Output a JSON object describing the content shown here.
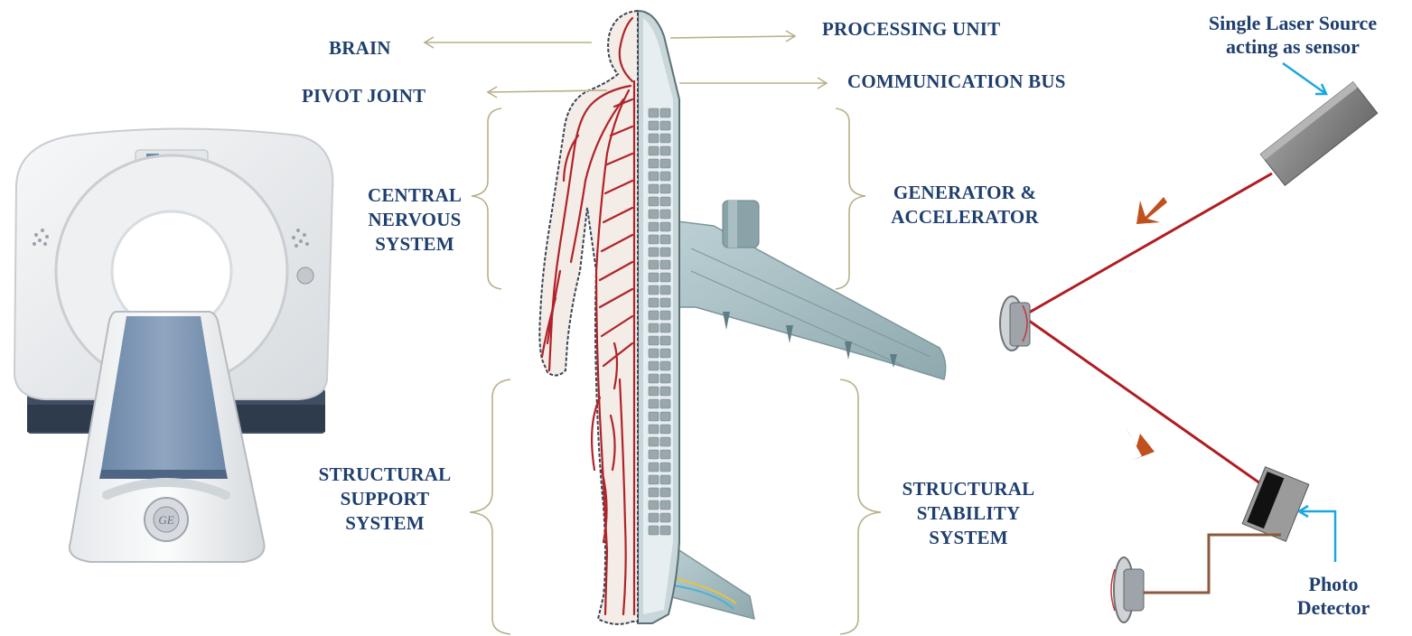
{
  "labels": {
    "brain": "BRAIN",
    "pivot_joint": "PIVOT JOINT",
    "processing_unit": "PROCESSING UNIT",
    "communication_bus": "COMMUNICATION BUS",
    "cns_1": "CENTRAL",
    "cns_2": "NERVOUS",
    "cns_3": "SYSTEM",
    "gen_1": "GENERATOR &",
    "gen_2": "ACCELERATOR",
    "sup_1": "STRUCTURAL",
    "sup_2": "SUPPORT",
    "sup_3": "SYSTEM",
    "stab_1": "STRUCTURAL",
    "stab_2": "STABILITY",
    "stab_3": "SYSTEM"
  },
  "sensor": {
    "laser_1": "Single Laser Source",
    "laser_2": "acting as sensor",
    "det_1": "Photo",
    "det_2": "Detector"
  },
  "colors": {
    "label_text": "#1f3f6e",
    "annotation_line": "#b7b08a",
    "nerve": "#b0232a",
    "laser_beam": "#b01c22",
    "pointer": "#1aa7e0",
    "direction_arrow": "#c0501e",
    "aircraft": "#9fb7bd"
  },
  "icons": {
    "ct_scanner": "ct-scanner-image",
    "human_body": "human-nervous-system-figure",
    "aircraft": "aircraft-half-image",
    "laser": "laser-source-block",
    "mirror": "mirror-disc",
    "detector": "photo-detector-block"
  }
}
